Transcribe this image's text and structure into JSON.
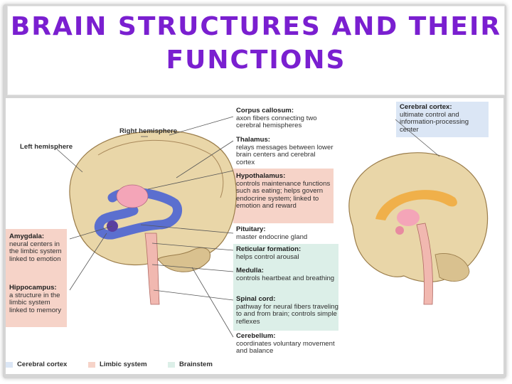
{
  "title": "BRAIN STRUCTURES AND THEIR FUNCTIONS",
  "colors": {
    "title": "#7a1fd0",
    "cortex_box": "#dbe6f5",
    "limbic_box": "#f6d3c8",
    "brainstem_box": "#dcefe8"
  },
  "labels": {
    "right_hemisphere": "Right hemisphere",
    "left_hemisphere": "Left hemisphere",
    "amygdala": {
      "name": "Amygdala:",
      "desc": "neural centers in the limbic system linked to emotion"
    },
    "hippocampus": {
      "name": "Hippocampus:",
      "desc": "a structure in the limbic system linked to memory"
    },
    "corpus_callosum": {
      "name": "Corpus callosum:",
      "desc": "axon fibers connecting two cerebral hemispheres"
    },
    "thalamus": {
      "name": "Thalamus:",
      "desc": "relays messages between lower brain centers and cerebral cortex"
    },
    "hypothalamus": {
      "name": "Hypothalamus:",
      "desc": "controls maintenance functions such as eating; helps govern endocrine system; linked to emotion and reward"
    },
    "pituitary": {
      "name": "Pituitary:",
      "desc": "master endocrine gland"
    },
    "reticular_formation": {
      "name": "Reticular formation:",
      "desc": "helps control arousal"
    },
    "medulla": {
      "name": "Medulla:",
      "desc": "controls heartbeat and breathing"
    },
    "spinal_cord": {
      "name": "Spinal cord:",
      "desc": "pathway for neural fibers traveling to and from brain; controls simple reflexes"
    },
    "cerebellum": {
      "name": "Cerebellum:",
      "desc": "coordinates voluntary movement and balance"
    },
    "cerebral_cortex": {
      "name": "Cerebral cortex:",
      "desc": "ultimate control and information-processing center"
    }
  },
  "legend": [
    {
      "label": "Cerebral cortex",
      "color": "#dbe6f5"
    },
    {
      "label": "Limbic system",
      "color": "#f6d3c8"
    },
    {
      "label": "Brainstem",
      "color": "#dcefe8"
    }
  ]
}
